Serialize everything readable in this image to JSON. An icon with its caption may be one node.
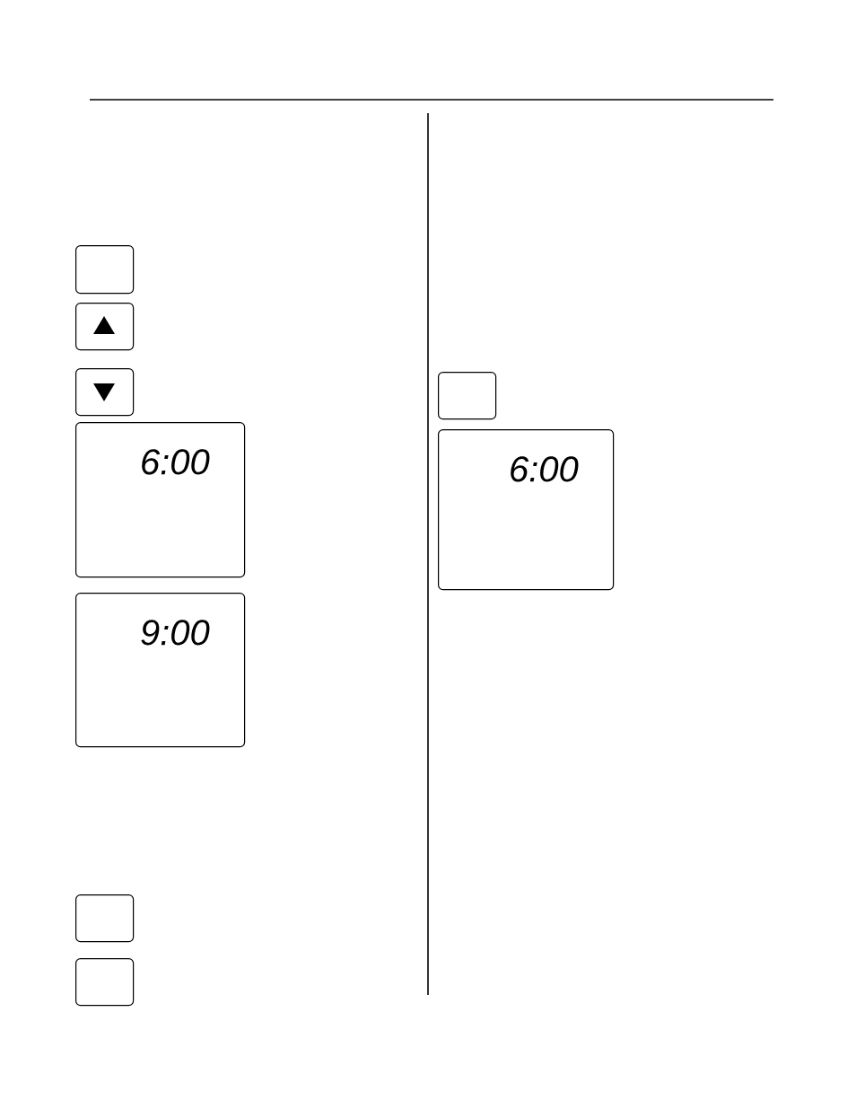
{
  "diagram": {
    "nodes": [
      {
        "text": [],
        "shape": "box"
      },
      {
        "text": [],
        "shape": "box"
      },
      {
        "text": [],
        "shape": "box"
      },
      {
        "text": [
          "6:00"
        ]
      },
      {
        "text": [
          "9:00"
        ]
      },
      {
        "text": [],
        "shape": "box"
      },
      {
        "text": [],
        "shape": "box"
      },
      {
        "text": [],
        "shape": "box"
      },
      {
        "text": [
          "6:00"
        ]
      }
    ]
  }
}
